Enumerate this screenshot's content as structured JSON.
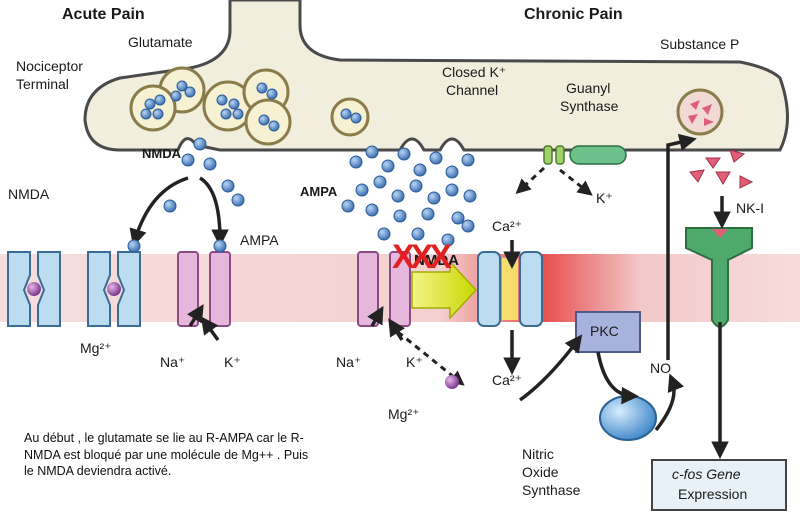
{
  "labels": {
    "acute_pain": "Acute Pain",
    "chronic_pain": "Chronic Pain",
    "glutamate": "Glutamate",
    "nociceptor_terminal_line1": "Nociceptor",
    "nociceptor_terminal_line2": "Terminal",
    "nmda_top": "NMDA",
    "ampa_mid": "AMPA",
    "closed_k_line1": "Closed K⁺",
    "closed_k_line2": "Channel",
    "guanyl_line1": "Guanyl",
    "guanyl_line2": "Synthase",
    "substance_p": "Substance P",
    "k_plus_top": "K⁺",
    "nk1": "NK-I",
    "nmda_left": "NMDA",
    "ampa_left": "AMPA",
    "ca2_top": "Ca²⁺",
    "nmda_center": "NMDA",
    "mg2_left": "Mg²⁺",
    "na_left": "Na⁺",
    "k_left": "K⁺",
    "na_center": "Na⁺",
    "k_center": "K⁺",
    "ca2_bottom": "Ca²⁺",
    "mg2_center": "Mg²⁺",
    "pkc": "PKC",
    "no": "NO",
    "nos_line1": "Nitric",
    "nos_line2": "Oxide",
    "nos_line3": "Synthase",
    "cfos_line1": "c-fos Gene",
    "cfos_line2": "Expression",
    "block_marks": "XXX"
  },
  "caption": "Au début , le glutamate se lie au R-AMPA car le R-NMDA est bloqué par une molécule de Mg++ . Puis le NMDA deviendra activé.",
  "colors": {
    "terminal_fill": "#f1eedd",
    "membrane": "#f3d7d7",
    "channel_blue": "#bcdcef",
    "channel_pink": "#e5b7dc",
    "glutamate_dot": "#6fa1d8",
    "receptor_green": "#4fa86c",
    "pkc_box": "#a7b3dd",
    "block_x": "#e41f1f"
  }
}
